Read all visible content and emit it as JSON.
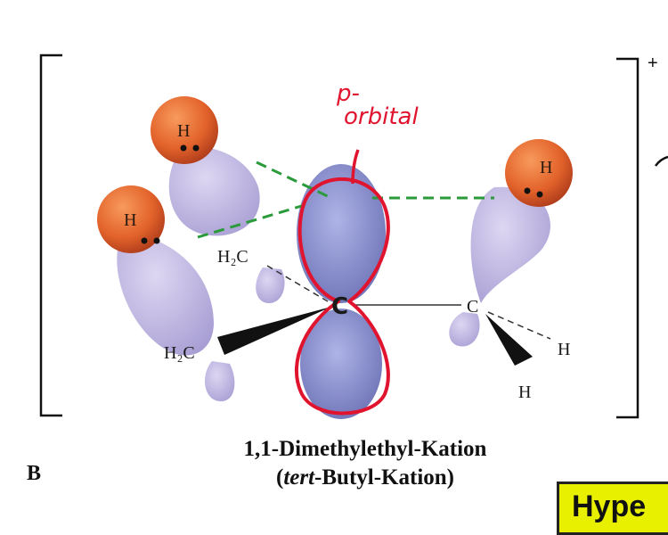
{
  "labels": {
    "h_top_left": "H",
    "h_mid_left": "H",
    "h_right": "H",
    "h2c_upper": "H₂C",
    "h2c_lower": "H₂C",
    "c_right": "C",
    "c_center": "C",
    "h_bottom_right_1": "H",
    "h_bottom_right_2": "H"
  },
  "charge": "+",
  "caption": {
    "line1": "1,1-Dimethylethyl-Kation",
    "line2_italic": "tert",
    "line2_rest": "-Butyl-Kation)",
    "line2_open": "("
  },
  "panel_letter": "B",
  "annotation": {
    "line1": "p-",
    "line2": "orbital"
  },
  "hyper_box_text": "Hype",
  "colors": {
    "lobe": "#c6bde6",
    "p_orbital": "#8890cc",
    "hydrogen": "#e2622a",
    "annotation": "#e0142e",
    "hyperconjugation_dash": "#2a9a3a",
    "highlight_box": "#e8f000"
  }
}
